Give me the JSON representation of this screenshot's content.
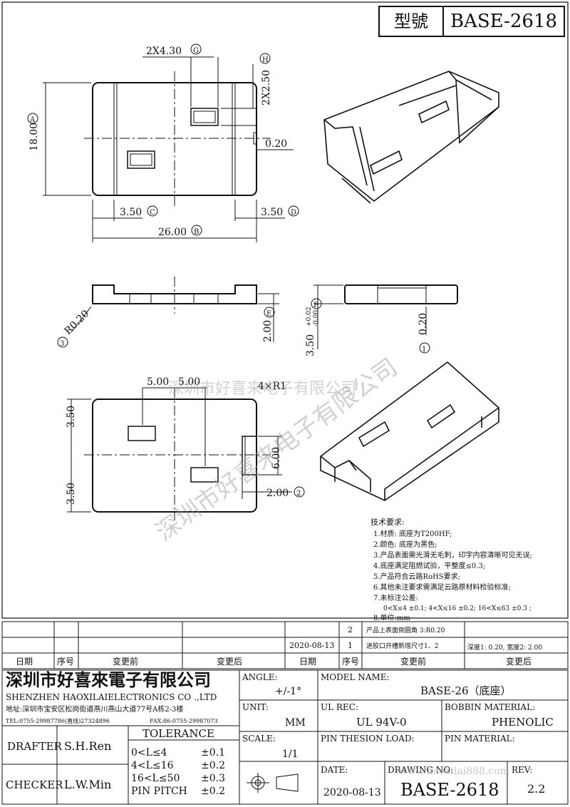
{
  "title_block": {
    "model_label": "型號",
    "model_value": "BASE-2618"
  },
  "dimensions": {
    "top_width_slots": "2X4.30",
    "circle_g": "G",
    "slot_height": "2X2.50",
    "circle_h": "H",
    "height_18": "18.00",
    "circle_a": "A",
    "offset_020_top": "0.20",
    "dim_350_left": "3.50",
    "circle_c": "C",
    "dim_350_right": "3.50",
    "circle_d": "D",
    "width_26": "26.00",
    "circle_b": "B",
    "radius_r020": "R0.20",
    "circle_3": "3",
    "height_200": "2.00",
    "circle_e": "E",
    "height_350": "3.50",
    "tol_plus": "+0.02",
    "tol_minus": "-0.00",
    "circle_f": "F",
    "dim_020_side": "0.20",
    "circle_1": "1",
    "bottom_500_a": "5.00",
    "bottom_500_b": "5.00",
    "corner_radius": "4×R1",
    "bottom_350_top": "3.50",
    "bottom_350_bottom": "3.50",
    "bottom_600": "6.00",
    "bottom_200": "2.00",
    "circle_2": "2"
  },
  "watermark": {
    "company": "深圳市好喜来电子有限公司",
    "diagonal": "深圳市好喜来电子有限公司",
    "url": "www.haoxilai888.com"
  },
  "notes": {
    "heading": "技术要求:",
    "items": [
      "1.材质: 底座为T200HF;",
      "2.颜色: 底座为黑色;",
      "3.产品表面需光滑无毛刺，印字内容清晰可见无误;",
      "4.底座满足阻燃试验，平整度≤0.3;",
      "5.产品符合云路RoHS要求;",
      "6.其他未注要求需满足云路原材料检验标准;",
      "7.未标注公差:",
      "0<X≤4 ±0.1; 4<X≤16 ±0.2; 16<X≤63 ±0.3 ;",
      "8.单位:mm"
    ]
  },
  "revisions": {
    "rows": [
      {
        "no": "2",
        "change": "产品上表面倒圆角 3:R0.20",
        "date": "",
        "note": ""
      },
      {
        "no": "1",
        "change": "进胶口开槽新增尺寸1、2",
        "date": "2020-08-13",
        "note": "深度1: 0.20, 宽度2: 2.00"
      }
    ],
    "headers_left": [
      "日期",
      "序号",
      "变更前",
      "变更后"
    ],
    "headers_right": [
      "日期",
      "序号",
      "变更前",
      "变更后"
    ]
  },
  "company": {
    "name_cn": "深圳市好喜來電子有限公司",
    "name_en": "SHENZHEN HAOXILAIELECTRONICS CO .,LTD",
    "address": "地址:深圳市宝安区松岗街道燕川燕山大道77号A栋2-3楼",
    "tel": "TEL:0755-29987786(直线)27324896",
    "fax": "FAX:86-0755-29987073"
  },
  "block": {
    "angle_label": "ANGLE:",
    "angle_value": "+/-1°",
    "model_name_label": "MODEL NAME:",
    "model_name_value": "BASE-26（底座）",
    "unit_label": "UNIT:",
    "unit_value": "MM",
    "ul_rec_label": "UL REC:",
    "ul_rec_value": "UL 94V-0",
    "bobbin_label": "BOBBIN MATERIAL:",
    "bobbin_value": "PHENOLIC",
    "drafter_label": "DRAFTER",
    "drafter_value": "S.H.Ren",
    "checker_label": "CHECKER",
    "checker_value": "L.W.Min",
    "tolerance_title": "TOLERANCE",
    "tol_rows": [
      {
        "range": "0<L≤4",
        "value": "±0.1"
      },
      {
        "range": "4<L≤16",
        "value": "±0.2"
      },
      {
        "range": "16<L≤50",
        "value": "±0.3"
      },
      {
        "range": "PIN PITCH",
        "value": "±0.2"
      }
    ],
    "scale_label": "SCALE:",
    "scale_value": "1/1",
    "pin_load_label": "PIN THESION LOAD:",
    "pin_material_label": "PIN MATERIAL:",
    "date_label": "DATE:",
    "date_value": "2020-08-13",
    "drawing_no_label": "DRAWING NO:",
    "drawing_no_value": "BASE-2618",
    "rev_label": "REV:",
    "rev_value": "2.2"
  }
}
